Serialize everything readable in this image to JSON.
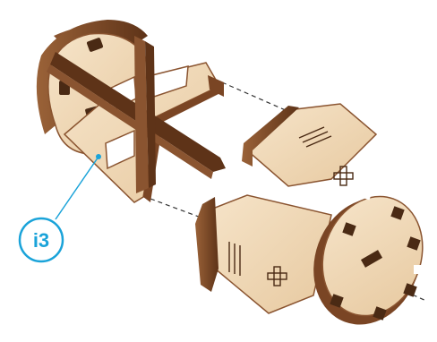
{
  "callout": {
    "label": "i3",
    "color": "#1aa3d9"
  },
  "colors": {
    "wood_face": "#efd6b2",
    "wood_face_light": "#f5e3c7",
    "wood_edge": "#8a5430",
    "wood_edge_dark": "#5e3318",
    "hole": "#4a2a14",
    "guide_line": "#333333"
  },
  "icons": [
    "wood-part-left-assembly",
    "wood-part-right-assembly",
    "assembly-guide-lines",
    "callout-bubble-i3"
  ]
}
